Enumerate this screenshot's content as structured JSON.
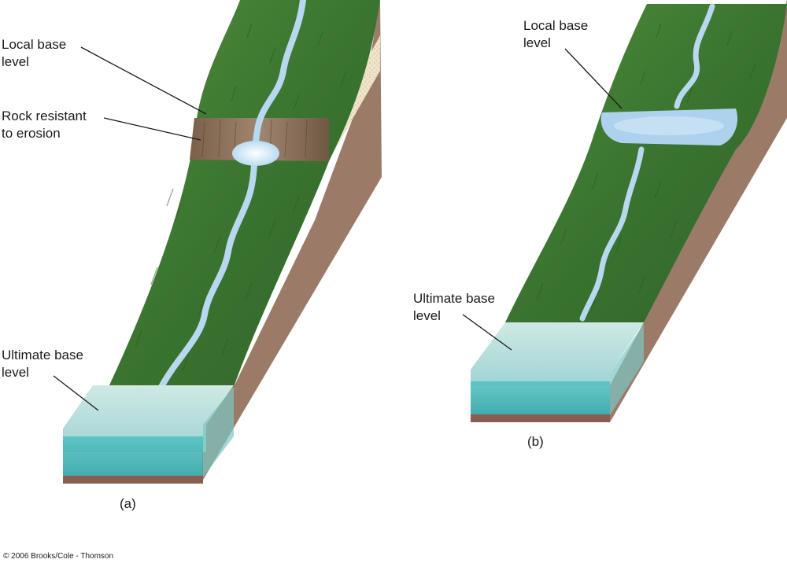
{
  "figure_a": {
    "caption": "(a)",
    "local_base_level": "Local base\nlevel",
    "rock_resistant": "Rock resistant\nto erosion",
    "ultimate_base_level": "Ultimate base\nlevel"
  },
  "figure_b": {
    "caption": "(b)",
    "local_base_level": "Local base\nlevel",
    "ultimate_base_level": "Ultimate base\nlevel"
  },
  "copyright": "© 2006 Brooks/Cole - Thomson",
  "colors": {
    "grass": "#3f7a32",
    "soil": "#9c7a68",
    "river": "#b8d8f0",
    "sea": "#44b8b8",
    "rock": "#8a6f55",
    "sand": "#efe3c8"
  }
}
